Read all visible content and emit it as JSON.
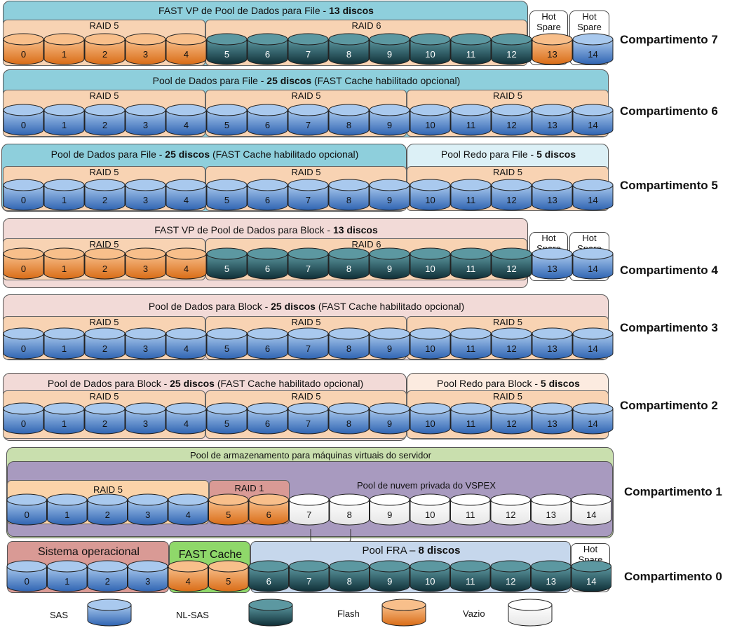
{
  "colors": {
    "sas": [
      "#a9c9ee",
      "#2f64b2"
    ],
    "nlsas": [
      "#5c98a1",
      "#0f2f37"
    ],
    "flash": [
      "#f8bf8b",
      "#d96c16"
    ],
    "empty": [
      "#ffffff",
      "#e6e6e6"
    ],
    "file_pool": "#8ecfdc",
    "file_redo": "#dcf0f6",
    "block_pool": "#f2dad7",
    "block_redo": "#fcebe0",
    "raid": "#f8d3b3",
    "server_pool": "#c9dfae",
    "vspex": "#a89abf",
    "os": "#d99a95",
    "fast_cache": "#8fd86a",
    "fra": "#c6d7ec"
  },
  "enclosures": [
    {
      "label": "Compartimento 7"
    },
    {
      "label": "Compartimento 6"
    },
    {
      "label": "Compartimento 5"
    },
    {
      "label": "Compartimento 4"
    },
    {
      "label": "Compartimento 3"
    },
    {
      "label": "Compartimento 2"
    },
    {
      "label": "Compartimento 1"
    },
    {
      "label": "Compartimento 0"
    }
  ],
  "pools": {
    "e7": {
      "pre": "FAST VP de Pool de Dados para File - ",
      "bold": "13 discos",
      "post": ""
    },
    "e6": {
      "pre": "Pool de Dados para File - ",
      "bold": "25 discos",
      "post": " (FAST Cache habilitado opcional)"
    },
    "e5a": {
      "pre": "Pool de Dados para File - ",
      "bold": "25 discos",
      "post": " (FAST Cache habilitado opcional)"
    },
    "e5b": {
      "pre": "Pool Redo para File - ",
      "bold": "5 discos",
      "post": ""
    },
    "e4": {
      "pre": "FAST VP de Pool de Dados para Block - ",
      "bold": "13 discos",
      "post": ""
    },
    "e3": {
      "pre": "Pool de Dados para Block - ",
      "bold": "25 discos",
      "post": " (FAST Cache habilitado opcional)"
    },
    "e2a": {
      "pre": "Pool de Dados para Block - ",
      "bold": "25 discos",
      "post": " (FAST Cache habilitado opcional)"
    },
    "e2b": {
      "pre": "Pool Redo para Block - ",
      "bold": "5 discos",
      "post": ""
    },
    "e1_outer": "Pool de armazenamento para máquinas virtuais do servidor",
    "e1_inner": "Pool de nuvem privada do VSPEX",
    "e0_os": "Sistema operacional",
    "e0_fc": "FAST Cache",
    "e0_fra": {
      "pre": "Pool FRA – ",
      "bold": "8 discos",
      "post": ""
    }
  },
  "raid": {
    "r5": "RAID 5",
    "r6": "RAID 6",
    "r1": "RAID 1"
  },
  "hot_spare": {
    "line1": "Hot",
    "line2": "Spare"
  },
  "disks": {
    "e7": [
      [
        "0",
        "flash"
      ],
      [
        "1",
        "flash"
      ],
      [
        "2",
        "flash"
      ],
      [
        "3",
        "flash"
      ],
      [
        "4",
        "flash"
      ],
      [
        "5",
        "nlsas"
      ],
      [
        "6",
        "nlsas"
      ],
      [
        "7",
        "nlsas"
      ],
      [
        "8",
        "nlsas"
      ],
      [
        "9",
        "nlsas"
      ],
      [
        "10",
        "nlsas"
      ],
      [
        "11",
        "nlsas"
      ],
      [
        "12",
        "nlsas"
      ],
      [
        "13",
        "flash"
      ],
      [
        "14",
        "sas"
      ]
    ],
    "e6": [
      [
        "0",
        "sas"
      ],
      [
        "1",
        "sas"
      ],
      [
        "2",
        "sas"
      ],
      [
        "3",
        "sas"
      ],
      [
        "4",
        "sas"
      ],
      [
        "5",
        "sas"
      ],
      [
        "6",
        "sas"
      ],
      [
        "7",
        "sas"
      ],
      [
        "8",
        "sas"
      ],
      [
        "9",
        "sas"
      ],
      [
        "10",
        "sas"
      ],
      [
        "11",
        "sas"
      ],
      [
        "12",
        "sas"
      ],
      [
        "13",
        "sas"
      ],
      [
        "14",
        "sas"
      ]
    ],
    "e5": [
      [
        "0",
        "sas"
      ],
      [
        "1",
        "sas"
      ],
      [
        "2",
        "sas"
      ],
      [
        "3",
        "sas"
      ],
      [
        "4",
        "sas"
      ],
      [
        "5",
        "sas"
      ],
      [
        "6",
        "sas"
      ],
      [
        "7",
        "sas"
      ],
      [
        "8",
        "sas"
      ],
      [
        "9",
        "sas"
      ],
      [
        "10",
        "sas"
      ],
      [
        "11",
        "sas"
      ],
      [
        "12",
        "sas"
      ],
      [
        "13",
        "sas"
      ],
      [
        "14",
        "sas"
      ]
    ],
    "e4": [
      [
        "0",
        "flash"
      ],
      [
        "1",
        "flash"
      ],
      [
        "2",
        "flash"
      ],
      [
        "3",
        "flash"
      ],
      [
        "4",
        "flash"
      ],
      [
        "5",
        "nlsas"
      ],
      [
        "6",
        "nlsas"
      ],
      [
        "7",
        "nlsas"
      ],
      [
        "8",
        "nlsas"
      ],
      [
        "9",
        "nlsas"
      ],
      [
        "10",
        "nlsas"
      ],
      [
        "11",
        "nlsas"
      ],
      [
        "12",
        "nlsas"
      ],
      [
        "13",
        "sas"
      ],
      [
        "14",
        "sas"
      ]
    ],
    "e3": [
      [
        "0",
        "sas"
      ],
      [
        "1",
        "sas"
      ],
      [
        "2",
        "sas"
      ],
      [
        "3",
        "sas"
      ],
      [
        "4",
        "sas"
      ],
      [
        "5",
        "sas"
      ],
      [
        "6",
        "sas"
      ],
      [
        "7",
        "sas"
      ],
      [
        "8",
        "sas"
      ],
      [
        "9",
        "sas"
      ],
      [
        "10",
        "sas"
      ],
      [
        "11",
        "sas"
      ],
      [
        "12",
        "sas"
      ],
      [
        "13",
        "sas"
      ],
      [
        "14",
        "sas"
      ]
    ],
    "e2": [
      [
        "0",
        "sas"
      ],
      [
        "1",
        "sas"
      ],
      [
        "2",
        "sas"
      ],
      [
        "3",
        "sas"
      ],
      [
        "4",
        "sas"
      ],
      [
        "5",
        "sas"
      ],
      [
        "6",
        "sas"
      ],
      [
        "7",
        "sas"
      ],
      [
        "8",
        "sas"
      ],
      [
        "9",
        "sas"
      ],
      [
        "10",
        "sas"
      ],
      [
        "11",
        "sas"
      ],
      [
        "12",
        "sas"
      ],
      [
        "13",
        "sas"
      ],
      [
        "14",
        "sas"
      ]
    ],
    "e1": [
      [
        "0",
        "sas"
      ],
      [
        "1",
        "sas"
      ],
      [
        "2",
        "sas"
      ],
      [
        "3",
        "sas"
      ],
      [
        "4",
        "sas"
      ],
      [
        "5",
        "flash"
      ],
      [
        "6",
        "flash"
      ],
      [
        "7",
        "empty"
      ],
      [
        "8",
        "empty"
      ],
      [
        "9",
        "empty"
      ],
      [
        "10",
        "empty"
      ],
      [
        "11",
        "empty"
      ],
      [
        "12",
        "empty"
      ],
      [
        "13",
        "empty"
      ],
      [
        "14",
        "empty"
      ]
    ],
    "e0": [
      [
        "0",
        "sas"
      ],
      [
        "1",
        "sas"
      ],
      [
        "2",
        "sas"
      ],
      [
        "3",
        "sas"
      ],
      [
        "4",
        "flash"
      ],
      [
        "5",
        "flash"
      ],
      [
        "6",
        "nlsas"
      ],
      [
        "7",
        "nlsas"
      ],
      [
        "8",
        "nlsas"
      ],
      [
        "9",
        "nlsas"
      ],
      [
        "10",
        "nlsas"
      ],
      [
        "11",
        "nlsas"
      ],
      [
        "12",
        "nlsas"
      ],
      [
        "13",
        "nlsas"
      ],
      [
        "14",
        "nlsas"
      ]
    ]
  },
  "legend": [
    {
      "label": "SAS",
      "type": "sas"
    },
    {
      "label": "NL-SAS",
      "type": "nlsas"
    },
    {
      "label": "Flash",
      "type": "flash"
    },
    {
      "label": "Vazio",
      "type": "empty"
    }
  ]
}
